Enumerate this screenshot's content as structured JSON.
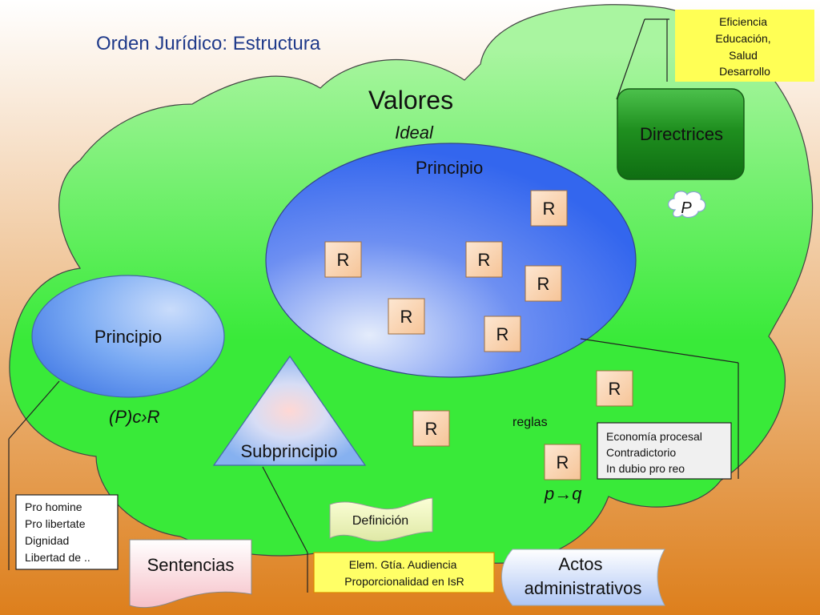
{
  "title": "Orden Jurídico: Estructura",
  "colors": {
    "bg_top": "#ffffff",
    "bg_bottom": "#dd7f1c",
    "cloud_upper": "#a9f5a0",
    "cloud_lower": "#39ea39",
    "blue_ellipse": "#3366ee",
    "directrices_box": "#1f8f1f",
    "r_box": "#f6c497",
    "yellow_note": "#ffff55",
    "title_color": "#1f3a8a"
  },
  "valores": "Valores",
  "ideal": "Ideal",
  "main_principle": "Principio",
  "left_principle": "Principio",
  "subprinciple": "Subprincipio",
  "formula_pcr": "(P)c›R",
  "rules_label": "reglas",
  "implication": "p→q",
  "p_cloud": "P",
  "directrices": "Directrices",
  "r_label": "R",
  "directrices_examples": [
    "Eficiencia",
    "Educación,",
    "Salud",
    "Desarrollo"
  ],
  "principle_examples": [
    "Pro homine",
    "Pro libertate",
    "Dignidad",
    "Libertad de .."
  ],
  "rule_examples": [
    "Economía procesal",
    "Contradictorio",
    "In dubio pro reo"
  ],
  "subprinciple_examples": [
    "Elem. Gtía. Audiencia",
    "Proporcionalidad en IsR"
  ],
  "definition": "Definición",
  "sentences": "Sentencias",
  "administrative_acts": [
    "Actos",
    "administrativos"
  ]
}
